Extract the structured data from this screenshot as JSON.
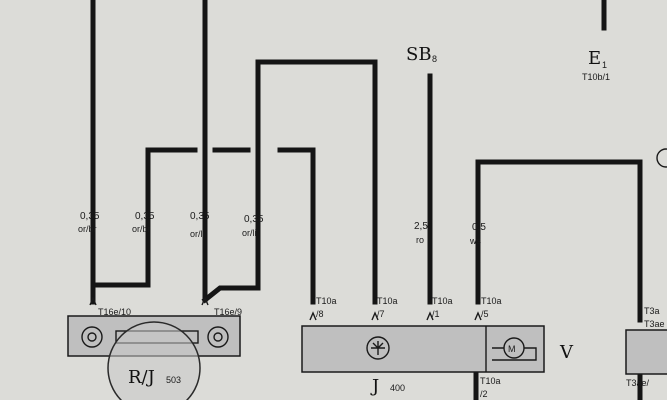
{
  "wires": [
    {
      "id": "w1",
      "gauge": "0,35",
      "color": "or/br"
    },
    {
      "id": "w2",
      "gauge": "0,35",
      "color": "or/br"
    },
    {
      "id": "w3",
      "gauge": "0,35",
      "color": "or/li"
    },
    {
      "id": "w4",
      "gauge": "0,35",
      "color": "or/li"
    },
    {
      "id": "w5",
      "gauge": "2,5",
      "color": "ro"
    },
    {
      "id": "w6",
      "gauge": "0,5",
      "color": "ws"
    }
  ],
  "connectors": {
    "t16e_10": "T16e/10",
    "t16e_9": "T16e/9",
    "t10a_8": [
      "T10a",
      "/8"
    ],
    "t10a_7": [
      "T10a",
      "/7"
    ],
    "t10a_1": [
      "T10a",
      "/1"
    ],
    "t10a_5": [
      "T10a",
      "/5"
    ],
    "t10a_2": [
      "T10a",
      "/2"
    ],
    "t10b_1": "T10b/1",
    "t3a_top": "T3a",
    "t3a_mid": "T3ae",
    "t3a_bot": "T3ae/"
  },
  "components": {
    "sb": {
      "name": "SB",
      "num": "8"
    },
    "e1": {
      "name": "E",
      "num": "1"
    },
    "rj": {
      "name": "R/J",
      "num": "503"
    },
    "j400": {
      "name": "J",
      "num": "400"
    },
    "v": {
      "name": "V"
    },
    "motor": {
      "symbol": "M"
    }
  }
}
